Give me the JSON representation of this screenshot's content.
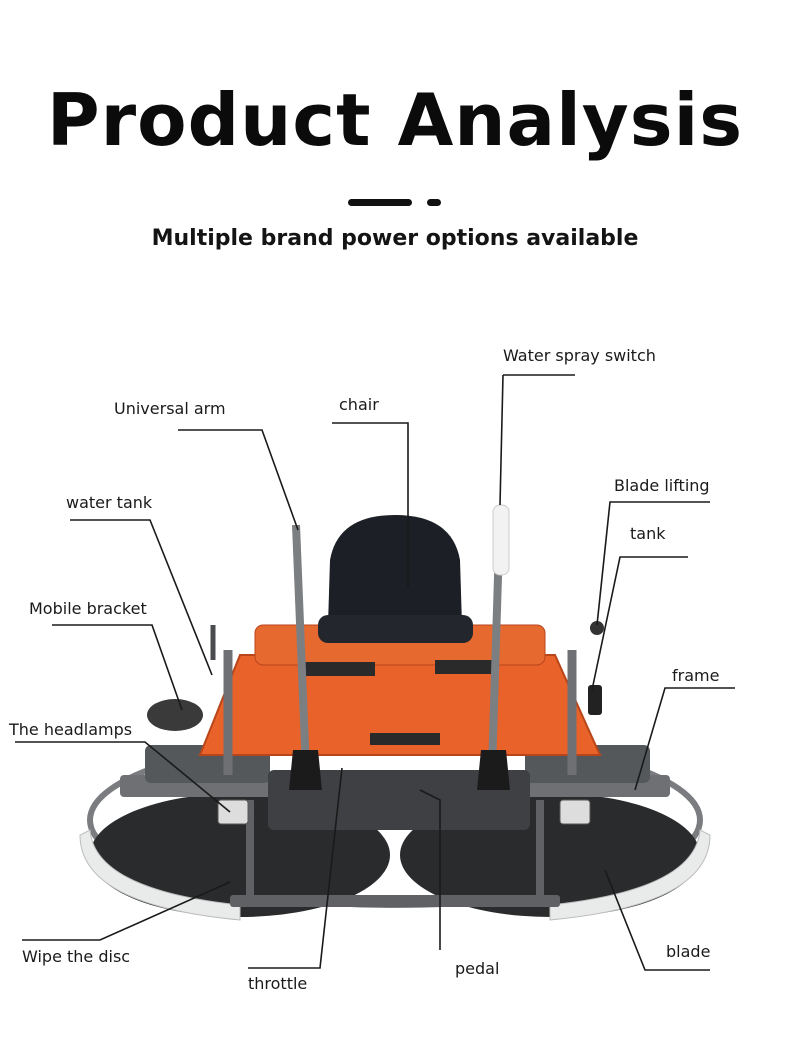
{
  "header": {
    "title": "Product Analysis",
    "subtitle": "Multiple brand power options available"
  },
  "labels": {
    "water_spray_switch": "Water spray switch",
    "universal_arm": "Universal arm",
    "chair": "chair",
    "water_tank": "water tank",
    "blade_lifting": "Blade lifting",
    "tank": "tank",
    "mobile_bracket": "Mobile bracket",
    "frame": "frame",
    "headlamps": "The headlamps",
    "wipe_disc": "Wipe the disc",
    "throttle": "throttle",
    "pedal": "pedal",
    "blade": "blade"
  },
  "colors": {
    "machine_body": "#e8622a",
    "frame_grey": "#6e7073",
    "seat": "#1c1f26",
    "disc_cover": "#e9eaea"
  }
}
